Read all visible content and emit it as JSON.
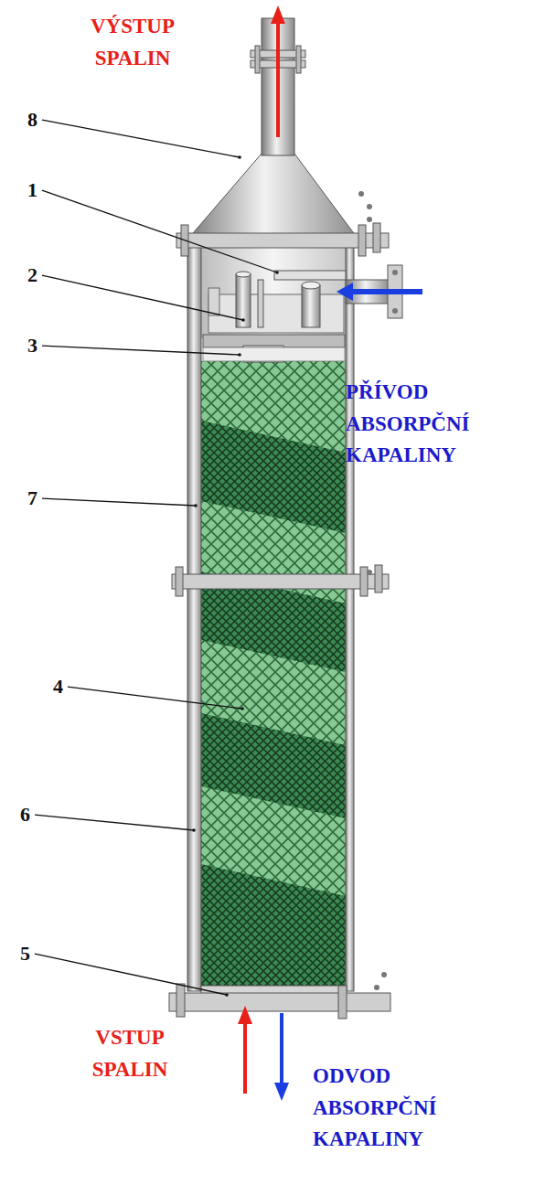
{
  "diagram": {
    "labels": [
      "VÝSTUP SPALIN",
      "8",
      "1",
      "2",
      "3",
      "PŘÍVOD ABSORPČNÍ KAPALINY",
      "7",
      "4",
      "6",
      "5",
      "VSTUP SPALIN",
      "ODVOD ABSORPČNÍ KAPALINY"
    ]
  }
}
